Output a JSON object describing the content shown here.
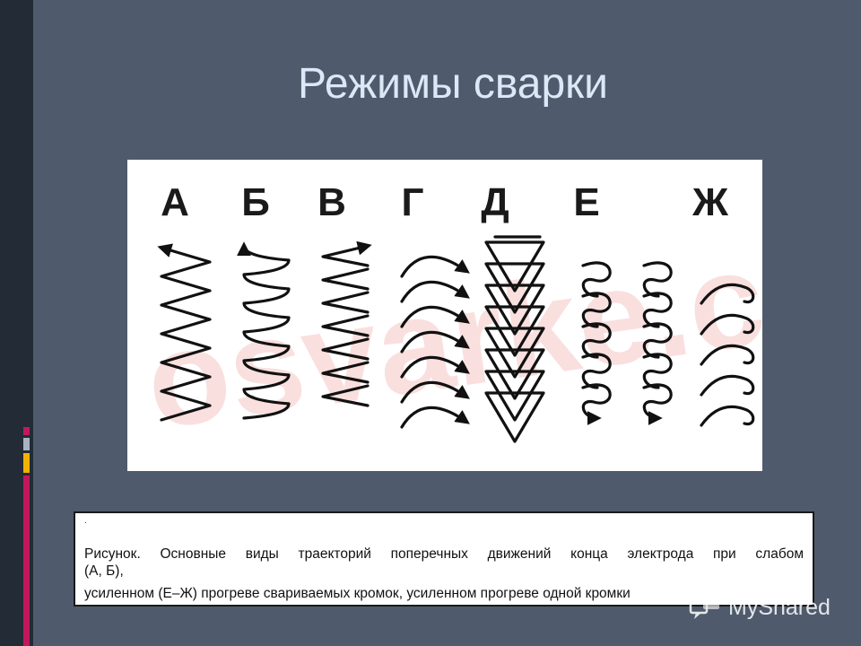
{
  "slide": {
    "title": "Режимы сварки"
  },
  "figure": {
    "letters": [
      "А",
      "Б",
      "В",
      "Г",
      "Д",
      "Е",
      "Ж"
    ],
    "watermark_text": "osvarke.c"
  },
  "caption": {
    "marker": ".",
    "line1": "Рисунок. Основные виды траекторий поперечных движений конца электрода при слабом",
    "line2": "(А, Б),",
    "line3": "усиленном (Е–Ж) прогреве свариваемых кромок, усиленном прогреве одной кромки"
  },
  "watermark": {
    "text": "MyShared",
    "icon": "myshared-logo-icon"
  },
  "colors": {
    "background": "#4f5b6d",
    "title": "#dbe9f6",
    "accent_bars": [
      "#c2185b",
      "#a7b3c2",
      "#f0b400",
      "#c2185b"
    ]
  }
}
